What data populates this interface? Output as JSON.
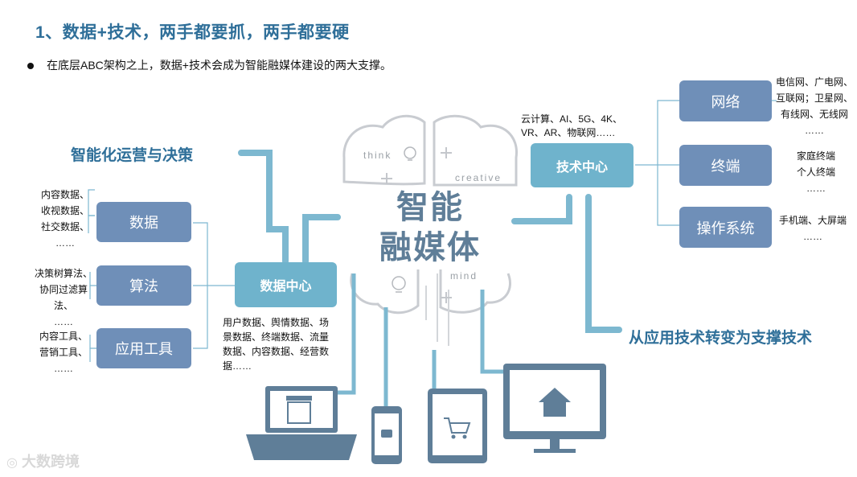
{
  "title": "1、数据+技术，两手都要抓，两手都要硬",
  "bullet": "在底层ABC架构之上，数据+技术会成为智能融媒体建设的两大支撑。",
  "center": {
    "line1": "智能",
    "line2": "融媒体",
    "think": "think",
    "creative": "creative",
    "mind": "mind"
  },
  "left_heading": "智能化运营与决策",
  "right_heading": "从应用技术转变为支撑技术",
  "data_center": {
    "label": "数据中心",
    "desc": [
      "用户数据、舆情数据、场",
      "景数据、终端数据、流量",
      "数据、内容数据、经营数",
      "据……"
    ]
  },
  "tech_center": {
    "label": "技术中心",
    "desc": [
      "云计算、AI、5G、4K、",
      "VR、AR、物联网……"
    ]
  },
  "left_boxes": [
    {
      "label": "数据",
      "notes": [
        "内容数据、",
        "收视数据、",
        "社交数据、",
        "……"
      ]
    },
    {
      "label": "算法",
      "notes": [
        "决策树算法、",
        "协同过滤算法、",
        "……"
      ]
    },
    {
      "label": "应用工具",
      "notes": [
        "内容工具、",
        "营销工具、",
        "……"
      ]
    }
  ],
  "right_boxes": [
    {
      "label": "网络",
      "notes": [
        "电信网、广电网、",
        "互联网；卫星网、",
        "有线网、无线网",
        "……"
      ]
    },
    {
      "label": "终端",
      "notes": [
        "家庭终端",
        "个人终端",
        "……"
      ]
    },
    {
      "label": "操作系统",
      "notes": [
        "手机端、大屏端",
        "……"
      ]
    }
  ],
  "watermark": "大数跨境",
  "colors": {
    "title": "#2f6f99",
    "box": "#6f8fb8",
    "center_box": "#6fb3cc",
    "connector": "#7db8d0"
  }
}
